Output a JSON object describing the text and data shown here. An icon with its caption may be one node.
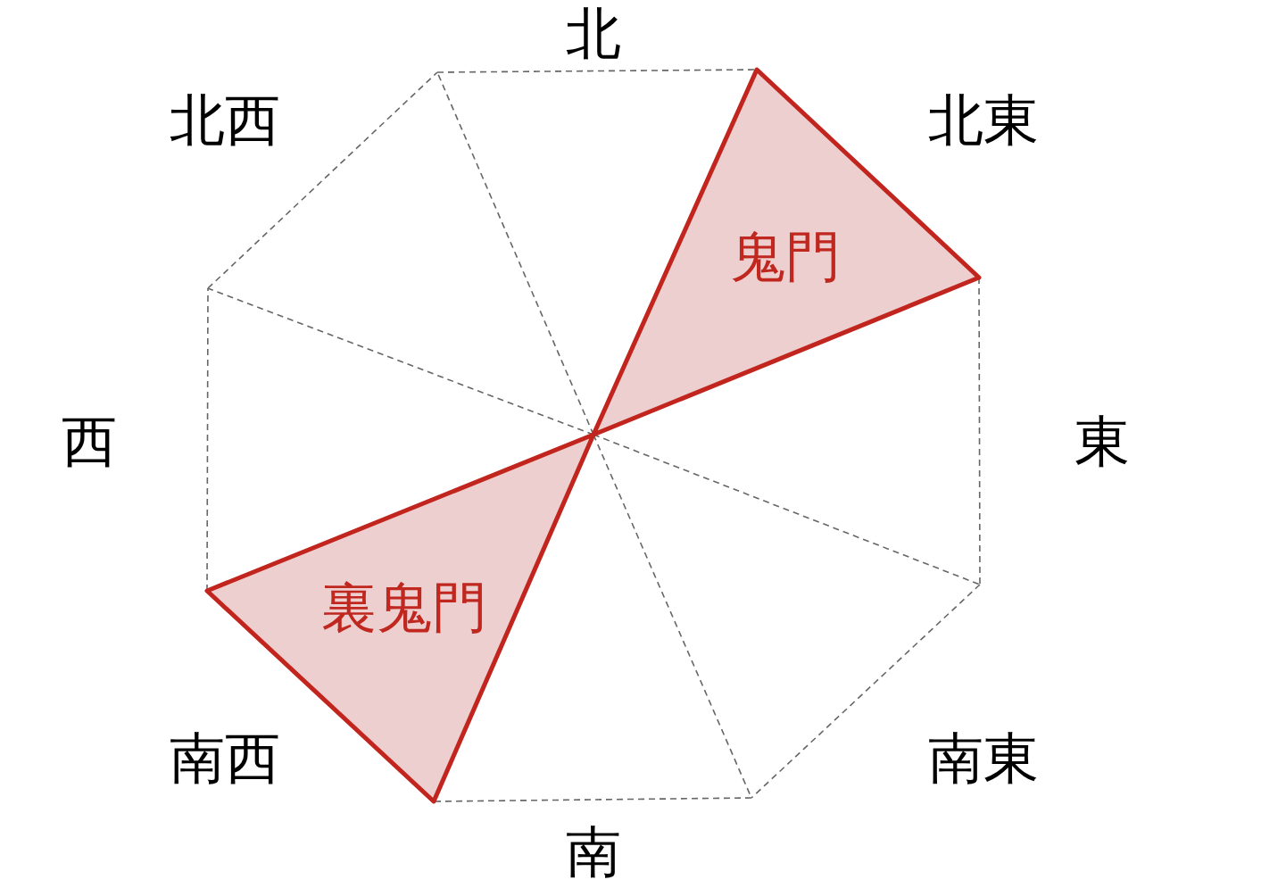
{
  "diagram": {
    "nodes": [
      {
        "text": [
          "鬼門"
        ]
      },
      {
        "text": [
          "裏鬼門"
        ]
      }
    ],
    "labels": [
      "北",
      "北西",
      "北東",
      "西",
      "東",
      "南西",
      "南東",
      "南"
    ]
  }
}
